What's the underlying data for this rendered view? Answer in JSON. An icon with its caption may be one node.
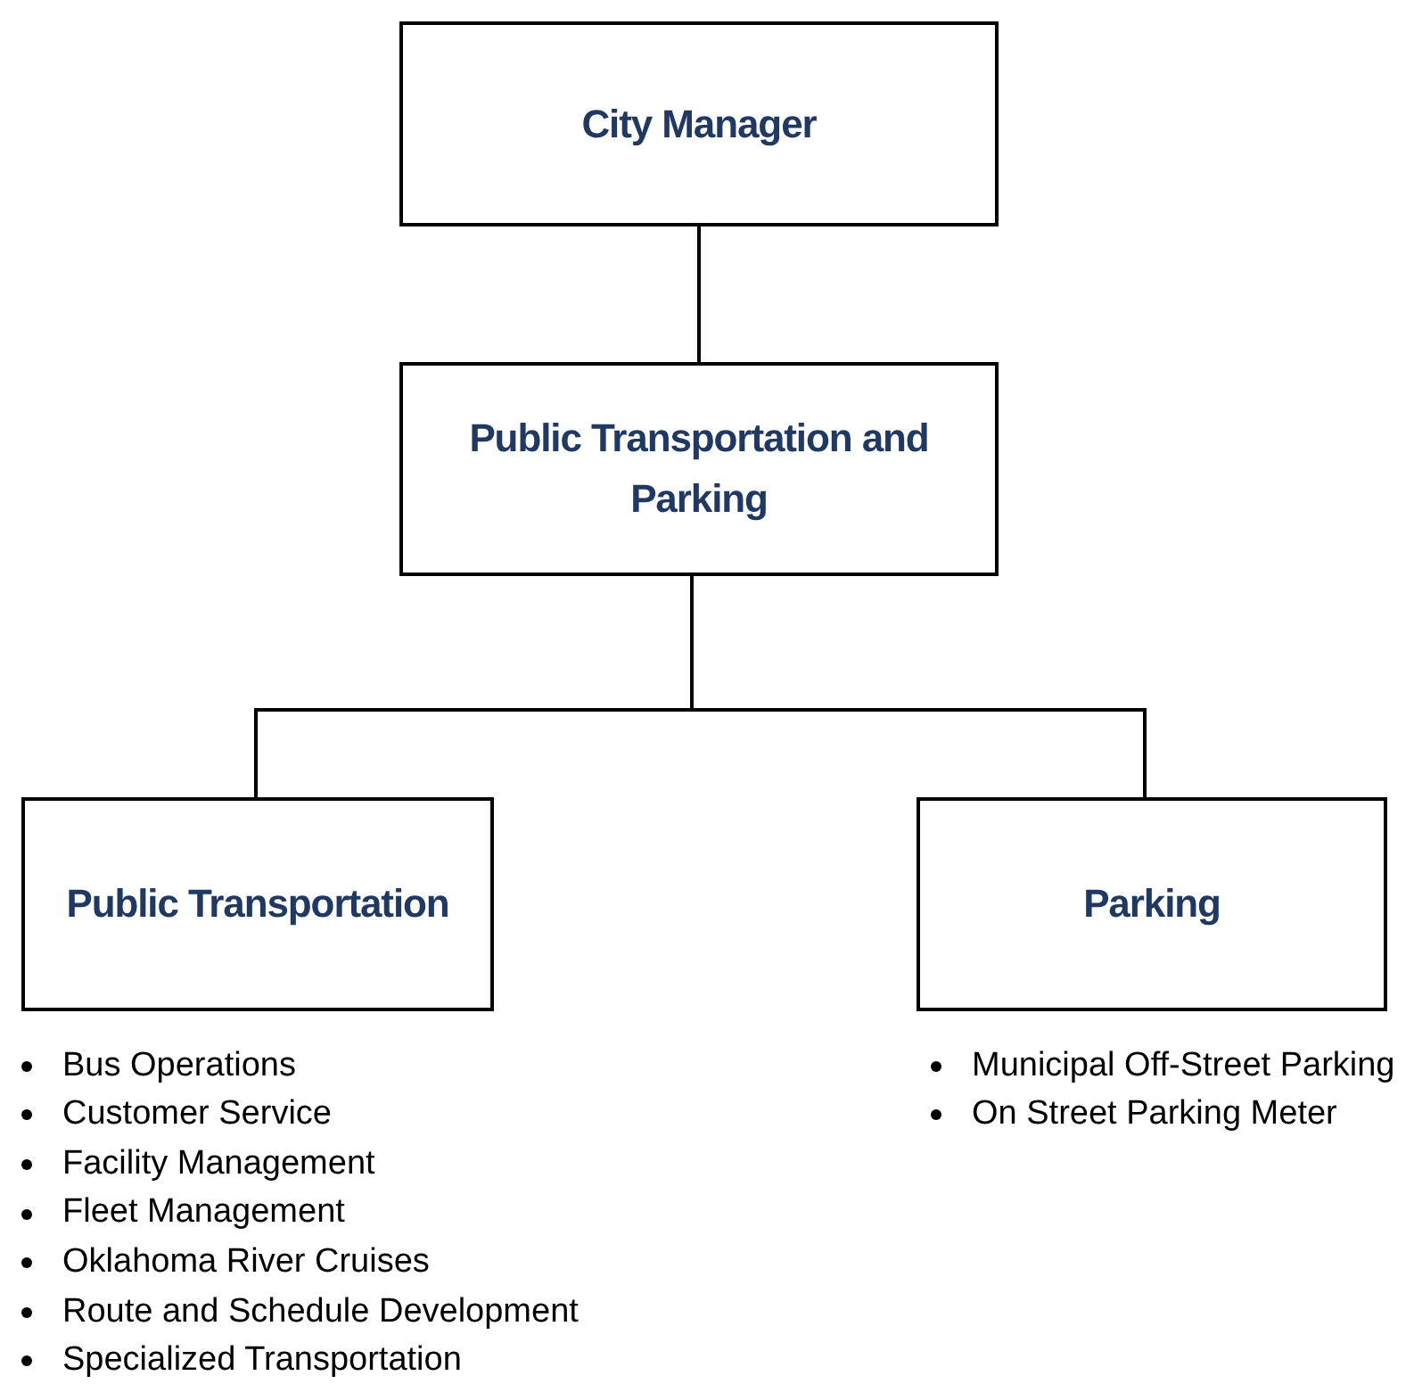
{
  "diagram": {
    "nodes": [
      {
        "text": [
          "City Manager"
        ]
      },
      {
        "text": [
          "Public Transportation and Parking"
        ]
      },
      {
        "text": [
          "Public Transportation"
        ],
        "beside": [
          "Bus Operations",
          "Customer Service",
          "Facility Management",
          "Fleet Management",
          "Oklahoma River Cruises",
          "Route and Schedule Development",
          "Specialized Transportation"
        ]
      },
      {
        "text": [
          "Parking"
        ],
        "beside": [
          "Municipal Off-Street Parking",
          "On Street Parking Meter"
        ]
      }
    ],
    "edges": [
      {
        "from": 0,
        "to": 1,
        "arrow": "none"
      },
      {
        "from": 1,
        "to": 2,
        "arrow": "none"
      },
      {
        "from": 1,
        "to": 3,
        "arrow": "none"
      }
    ]
  }
}
